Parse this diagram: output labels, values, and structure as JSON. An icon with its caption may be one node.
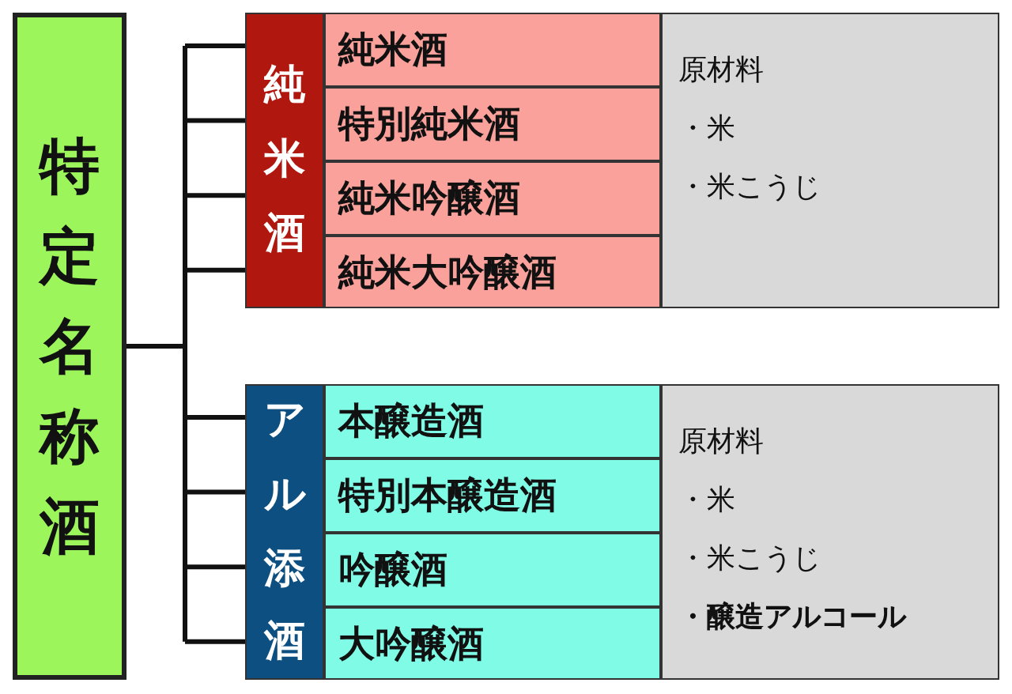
{
  "diagram": {
    "nodes": [
      {
        "text": [
          "特定名称酒"
        ]
      },
      {
        "text": [
          "純米酒"
        ]
      },
      {
        "text": [
          "純米酒"
        ]
      },
      {
        "text": [
          "特別純米酒"
        ]
      },
      {
        "text": [
          "純米吟醸酒"
        ]
      },
      {
        "text": [
          "純米大吟醸酒"
        ]
      },
      {
        "text": [
          "原材料",
          "・米",
          "・米こうじ"
        ]
      },
      {
        "text": [
          "アル添酒"
        ]
      },
      {
        "text": [
          "本醸造酒"
        ]
      },
      {
        "text": [
          "特別本醸造酒"
        ]
      },
      {
        "text": [
          "吟醸酒"
        ]
      },
      {
        "text": [
          "大吟醸酒"
        ]
      },
      {
        "text": [
          "原材料",
          "・米",
          "・米こうじ",
          "**・醸造アルコール**"
        ]
      }
    ],
    "edges": [
      {
        "from": 0,
        "to": 1,
        "arrow": "none"
      },
      {
        "from": 0,
        "to": 7,
        "arrow": "none"
      }
    ]
  }
}
